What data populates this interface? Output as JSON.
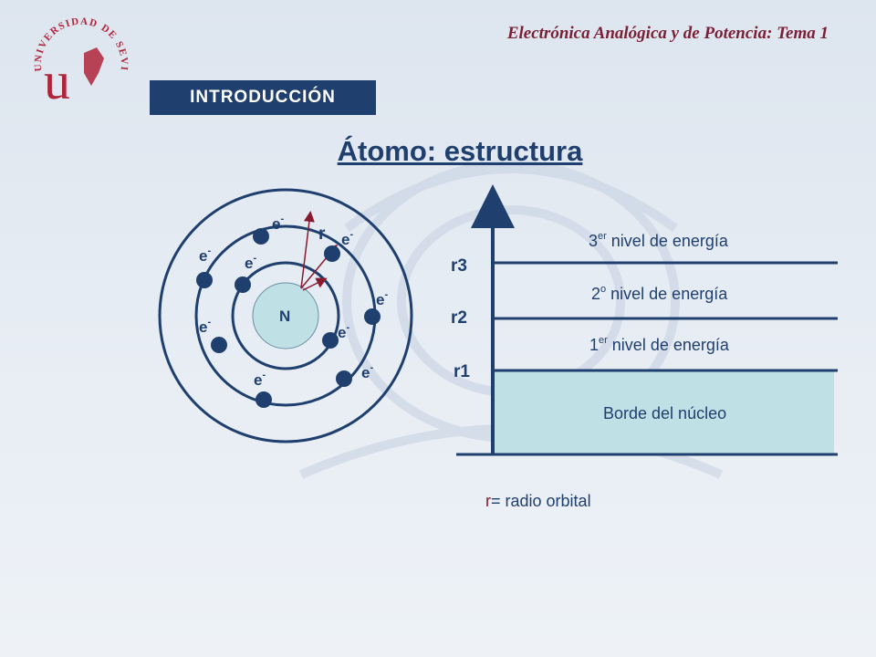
{
  "header": {
    "course_title": "Electrónica Analógica y de Potencia: Tema 1",
    "section": "INTRODUCCIÓN",
    "slide_title": "Átomo: estructura"
  },
  "logo": {
    "text": "UNIVERSIDAD DE SEVILLA",
    "letter": "u"
  },
  "atom": {
    "nucleus_label": "N",
    "radius_label": "r",
    "electron_base": "e",
    "electron_sup": "-"
  },
  "energy_diagram": {
    "levels": [
      {
        "num": "3",
        "sup": "er",
        "text": " nivel de energía"
      },
      {
        "num": "2",
        "sup": "o",
        "text": " nivel de energía"
      },
      {
        "num": "1",
        "sup": "er",
        "text": " nivel de energía"
      }
    ],
    "radius_labels": [
      "r3",
      "r2",
      "r1"
    ],
    "nucleus_edge": "Borde del núcleo",
    "legend_symbol": "r",
    "legend_text": "= radio orbital"
  },
  "colors": {
    "navy": "#1f3f6e",
    "maroon": "#7a1f35",
    "nucleus_fill": "#bfe0e4",
    "band_fill": "#bfe0e4"
  }
}
